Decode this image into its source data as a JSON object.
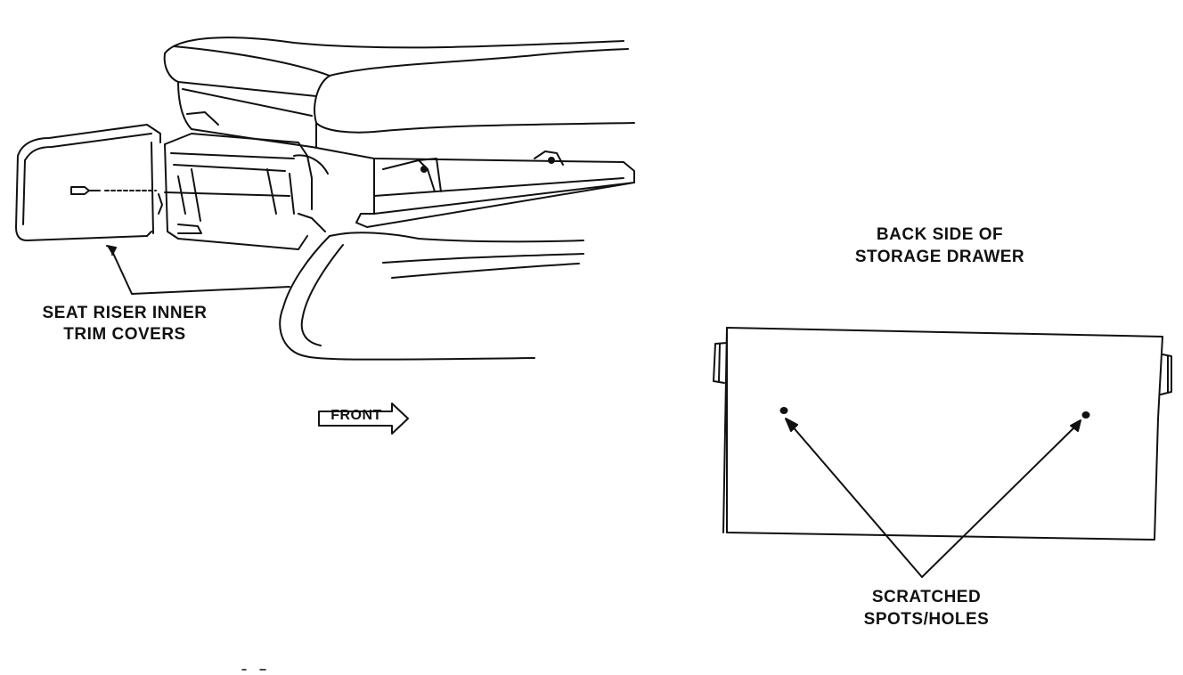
{
  "labels": {
    "seat_riser_line1": "SEAT RISER INNER",
    "seat_riser_line2": "TRIM COVERS",
    "front": "FRONT",
    "back_side_line1": "BACK SIDE OF",
    "back_side_line2": "STORAGE DRAWER",
    "scratched_line1": "SCRATCHED",
    "scratched_line2": "SPOTS/HOLES"
  },
  "colors": {
    "ink": "#111111",
    "paper": "#ffffff"
  }
}
